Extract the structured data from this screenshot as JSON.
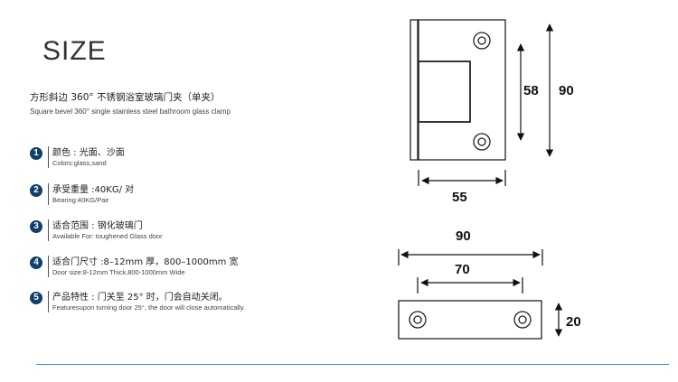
{
  "title": "SIZE",
  "subtitle_cn": "方形斜边 360°  不锈钢浴室玻璃门夹（单夹）",
  "subtitle_en": "Square bevel 360° single stainless steel bathroom glass clamp",
  "features": [
    {
      "num": "1",
      "cn": "颜色 : 光面、沙面",
      "en": "Colors:glass,sand"
    },
    {
      "num": "2",
      "cn": "承受重量 :40KG/ 对",
      "en": "Bearing:40KG/Pair"
    },
    {
      "num": "3",
      "cn": "适合范围 : 钢化玻璃门",
      "en": "Available For: toughened Glass door"
    },
    {
      "num": "4",
      "cn": "适合门尺寸 :8–12mm 厚，800–1000mm 宽",
      "en": "Door size:8-12mm Thick,800-1000mm Wide"
    },
    {
      "num": "5",
      "cn": "产品特性 : 门关至 25° 时，门会自动关闭。",
      "en": "Featuresupon turning door 25°, the door will close automatically."
    }
  ],
  "dimensions": {
    "height_outer": "90",
    "height_inner": "58",
    "width_front": "55",
    "width_top_outer": "90",
    "width_top_inner": "70",
    "depth": "20"
  },
  "colors": {
    "badge": "#10406b",
    "rule": "#3b8cc9"
  }
}
